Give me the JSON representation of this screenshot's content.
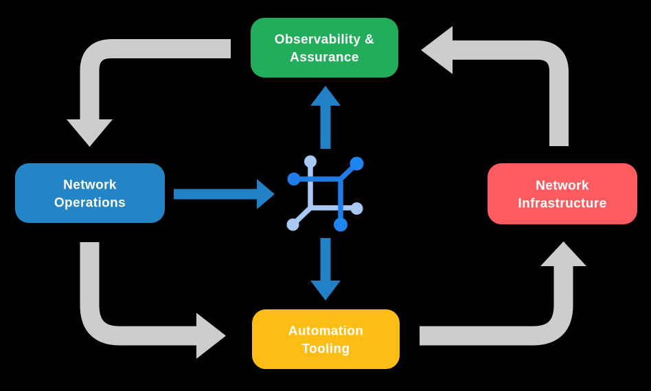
{
  "boxes": {
    "observability": {
      "line1": "Observability &",
      "line2": "Assurance",
      "color": "#22ad5b"
    },
    "operations": {
      "line1": "Network",
      "line2": "Operations",
      "color": "#2384c6"
    },
    "infrastructure": {
      "line1": "Network",
      "line2": "Infrastructure",
      "color": "#fc5c60"
    },
    "automation": {
      "line1": "Automation",
      "line2": "Tooling",
      "color": "#fcbd14"
    }
  },
  "icon": {
    "name": "network-hub-icon",
    "primary": "#1f7de8",
    "node_bright": "#1d86f3",
    "secondary": "#a7c9f4"
  },
  "colors": {
    "background": "#000000",
    "arrow_gray": "#cdcdcd",
    "arrow_blue": "#2181c4",
    "label_text": "#ffffff"
  }
}
